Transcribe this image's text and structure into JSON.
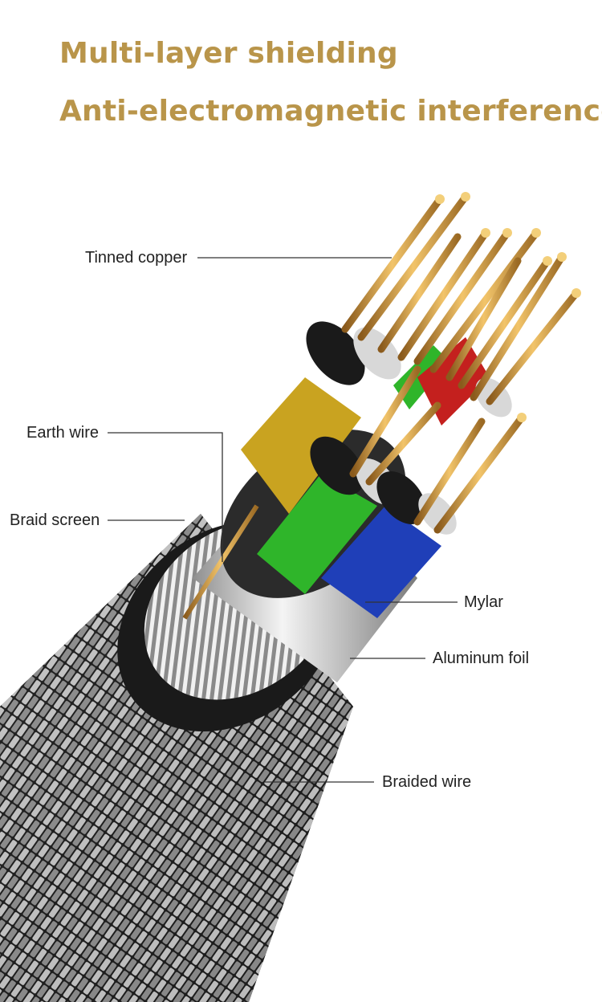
{
  "header": {
    "line1": "Multi-layer shielding",
    "line2": "Anti-electromagnetic interference"
  },
  "callouts": {
    "tinned_copper": "Tinned copper",
    "earth_wire": "Earth wire",
    "braid_screen": "Braid screen",
    "mylar": "Mylar",
    "aluminum_foil": "Aluminum foil",
    "braided_wire": "Braided wire"
  },
  "colors": {
    "headline": "#b9954a",
    "copper": "#c9953f",
    "yellow_insulation": "#c9a320",
    "green_insulation": "#2fb52a",
    "blue_insulation": "#1f3fb8",
    "red_insulation": "#c4201e"
  }
}
